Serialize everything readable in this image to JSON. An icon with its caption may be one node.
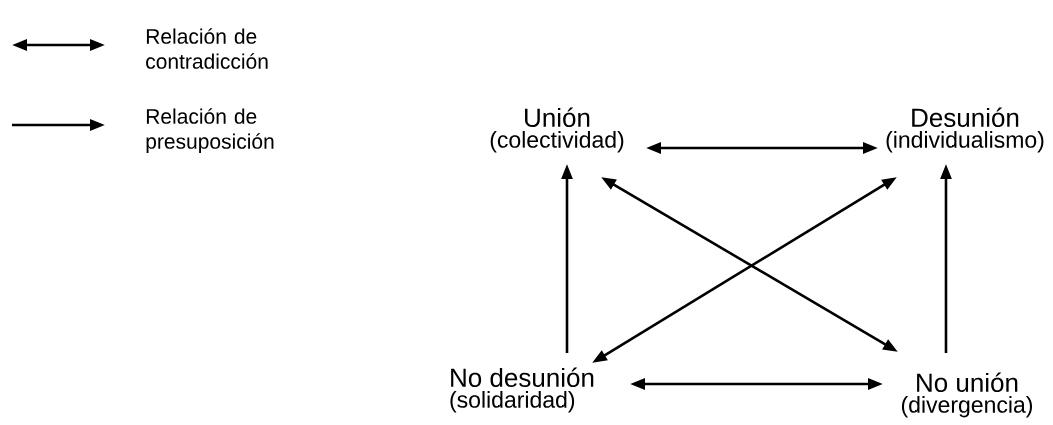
{
  "diagram": {
    "nodes": [
      {
        "text": [
          "Unión",
          "(colectividad)"
        ]
      },
      {
        "text": [
          "Desunión",
          "(individualismo)"
        ]
      },
      {
        "text": [
          "No desunión",
          "(solidaridad)"
        ]
      },
      {
        "text": [
          "No unión",
          "(divergencia)"
        ]
      }
    ],
    "edges": [
      {
        "from": 0,
        "to": 1,
        "arrow": "both"
      },
      {
        "from": 2,
        "to": 3,
        "arrow": "both"
      },
      {
        "from": 2,
        "to": 0,
        "arrow": "to"
      },
      {
        "from": 3,
        "to": 1,
        "arrow": "to"
      },
      {
        "from": 0,
        "to": 3,
        "arrow": "both"
      },
      {
        "from": 2,
        "to": 1,
        "arrow": "both"
      }
    ],
    "legend": [
      {
        "text": "Relación de contradicción"
      },
      {
        "text": "Relación de presuposición"
      }
    ]
  }
}
